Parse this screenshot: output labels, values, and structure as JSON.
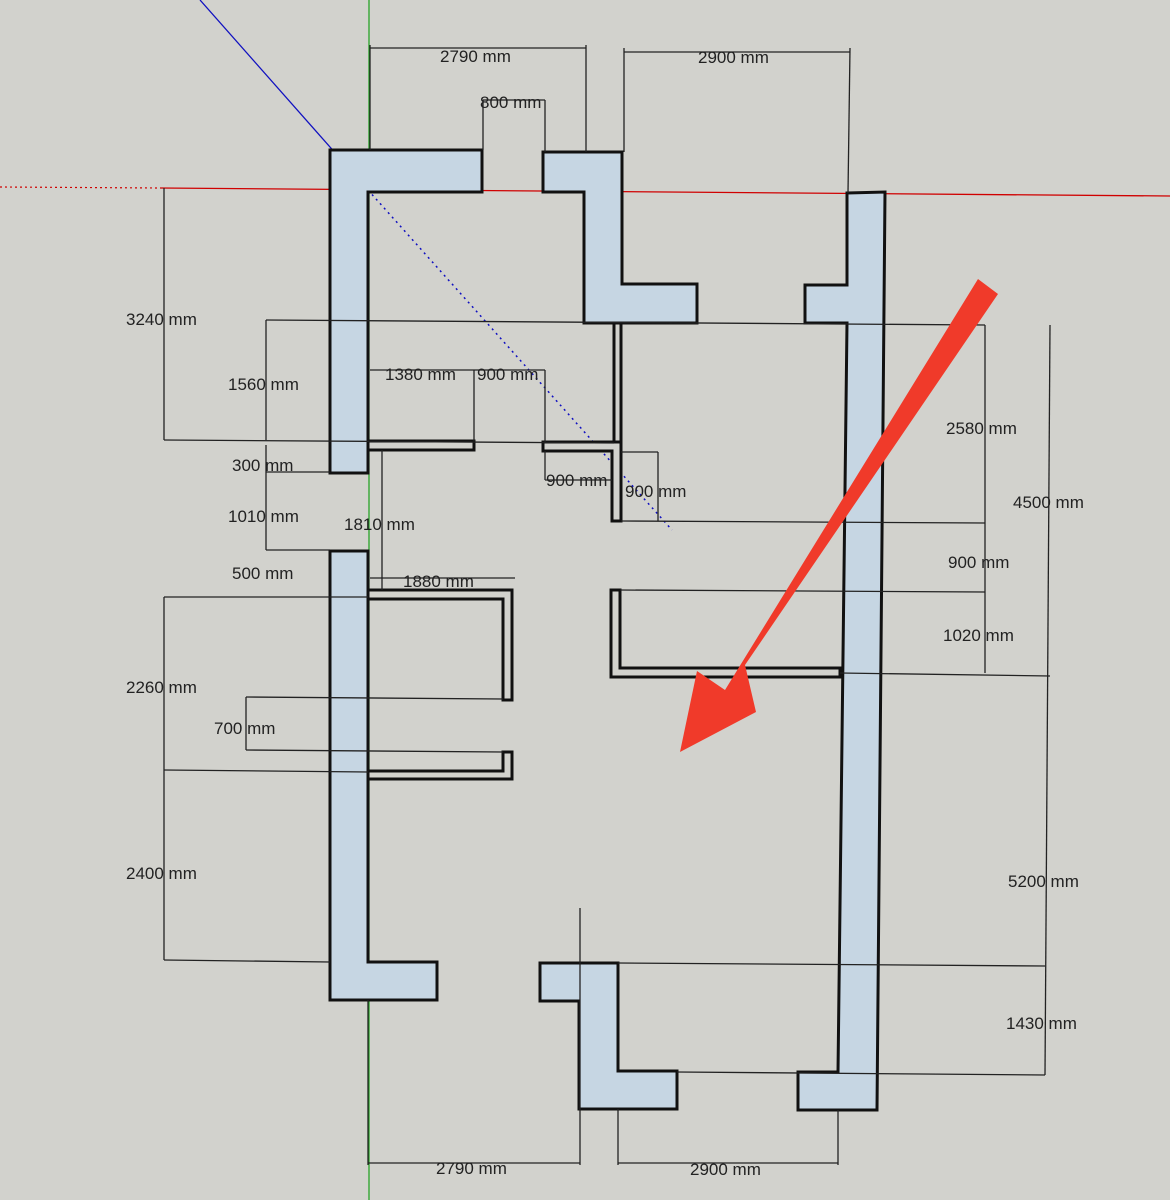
{
  "colors": {
    "wall_fill": "#c6d6e3",
    "background": "#d2d2cd",
    "x_axis": "#d00000",
    "y_axis": "#1aa01a",
    "z_axis": "#1010c0",
    "arrow": "#f03a2a"
  },
  "icons": {
    "arrow": "red-pointer-arrow"
  },
  "dimensions": {
    "top_left_width": "2790 mm",
    "top_right_width": "2900 mm",
    "door_top": "800 mm",
    "left_upper_height": "3240 mm",
    "room_depth": "1560 mm",
    "corridor_w": "1380 mm",
    "door_mid": "900 mm",
    "wall_300": "300 mm",
    "door_900a": "900 mm",
    "door_900b": "900 mm",
    "gap_1010": "1010 mm",
    "span_1810": "1810 mm",
    "right_2580": "2580 mm",
    "right_4500": "4500 mm",
    "right_900": "900 mm",
    "right_1020": "1020 mm",
    "wall_500": "500 mm",
    "bath_1880": "1880 mm",
    "left_2260": "2260 mm",
    "left_700": "700 mm",
    "left_2400": "2400 mm",
    "right_5200": "5200 mm",
    "right_1430": "1430 mm",
    "bottom_left_width": "2790 mm",
    "bottom_right_width": "2900 mm"
  }
}
